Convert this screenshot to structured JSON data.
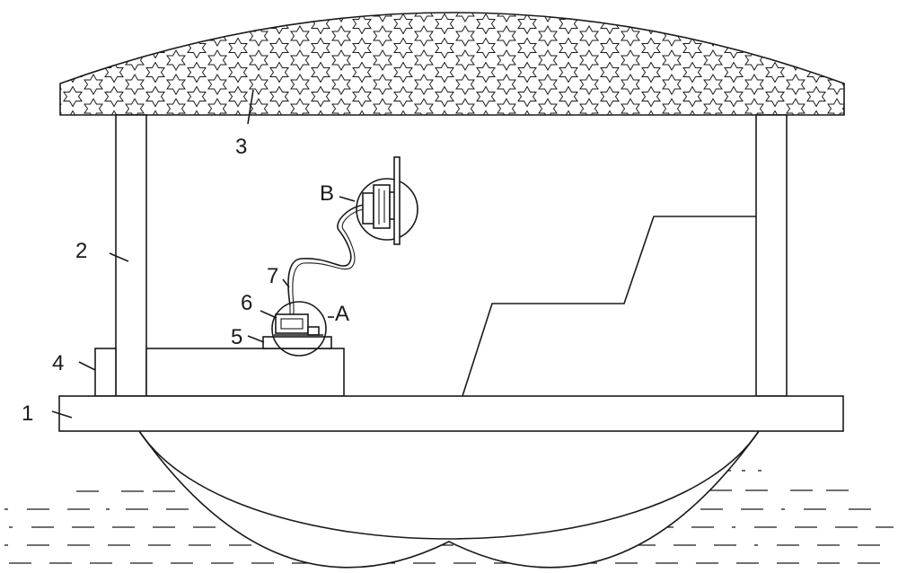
{
  "diagram": {
    "labels": {
      "l1": "1",
      "l2": "2",
      "l3": "3",
      "l4": "4",
      "l5": "5",
      "l6": "6",
      "l7": "7",
      "lA": "A",
      "lB": "B"
    }
  }
}
